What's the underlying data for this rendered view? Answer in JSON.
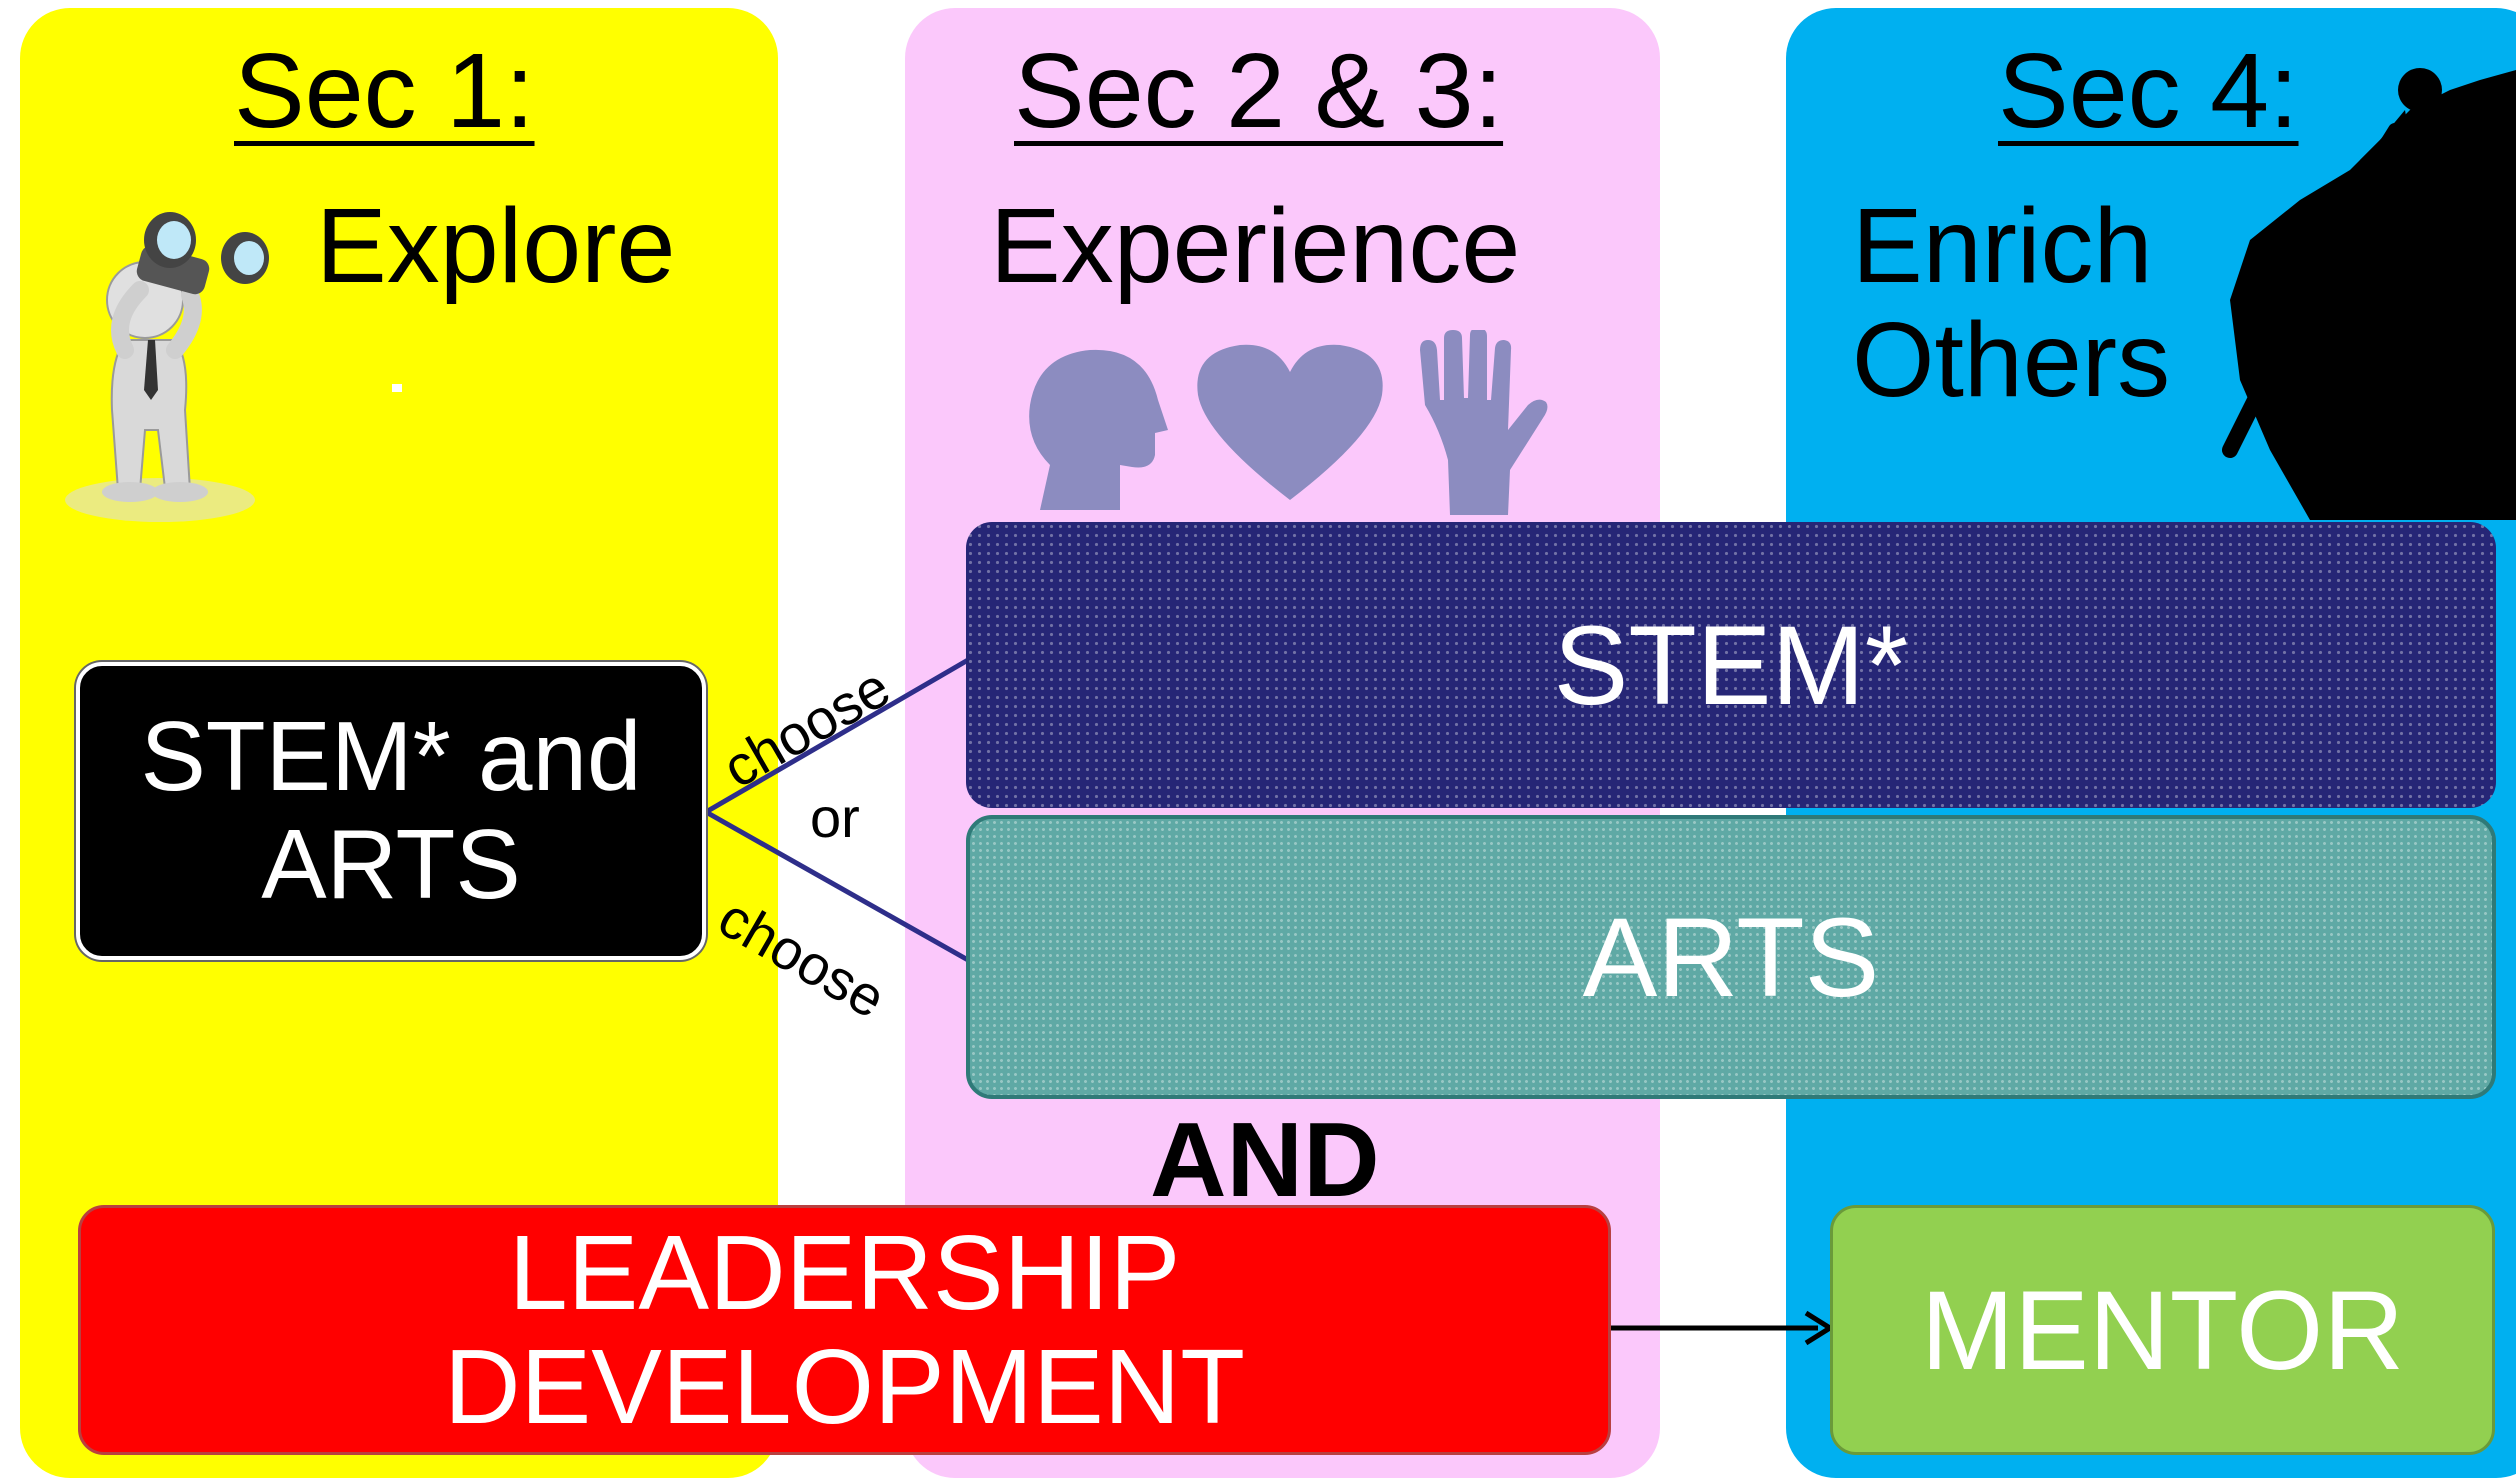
{
  "sections": {
    "sec1": {
      "heading": "Sec 1:",
      "subtitle": "Explore"
    },
    "sec23": {
      "heading": "Sec 2 & 3:",
      "subtitle": "Experience"
    },
    "sec4": {
      "heading": "Sec 4:",
      "subtitle_line1": "Enrich",
      "subtitle_line2": "Others"
    }
  },
  "boxes": {
    "stem_and_arts_line1": "STEM* and",
    "stem_and_arts_line2": "ARTS",
    "stem": "STEM*",
    "arts": "ARTS",
    "leadership_line1": "LEADERSHIP",
    "leadership_line2": "DEVELOPMENT",
    "mentor": "MENTOR"
  },
  "connectors": {
    "choose_upper": "choose",
    "or": "or",
    "choose_lower": "choose",
    "and": "AND"
  },
  "icons": [
    "binoculars-figure-icon",
    "head-icon",
    "heart-icon",
    "hand-icon",
    "climbers-silhouette-icon"
  ],
  "colors": {
    "sec1_bg": "#ffff00",
    "sec23_bg": "#fbc8fb",
    "sec4_bg": "#00b0f0",
    "stem": "#262676",
    "arts": "#5fa9a5",
    "leadership": "#ff0000",
    "mentor": "#92d050"
  }
}
